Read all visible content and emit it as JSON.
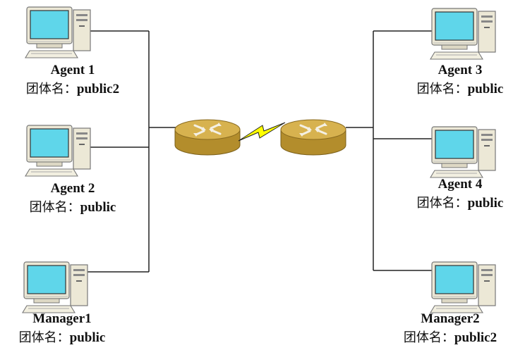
{
  "nodes": [
    {
      "id": "agent1",
      "name": "Agent 1",
      "community_label": "团体名：",
      "community": "public2"
    },
    {
      "id": "agent2",
      "name": "Agent 2",
      "community_label": "团体名：",
      "community": "public"
    },
    {
      "id": "manager1",
      "name": "Manager1",
      "community_label": "团体名：",
      "community": "public"
    },
    {
      "id": "agent3",
      "name": "Agent 3",
      "community_label": "团体名：",
      "community": "public"
    },
    {
      "id": "agent4",
      "name": "Agent 4",
      "community_label": "团体名：",
      "community": "public"
    },
    {
      "id": "manager2",
      "name": "Manager2",
      "community_label": "团体名：",
      "community": "public2"
    }
  ],
  "colors": {
    "screen": "#5fd6ea",
    "computer_body": "#ece8d6",
    "router_top": "#d7b24f",
    "router_side": "#b38d2c",
    "serial_link": "#ffff00",
    "lines": "#222222"
  },
  "icons": [
    "computer-icon",
    "router-icon",
    "serial-link-icon"
  ]
}
